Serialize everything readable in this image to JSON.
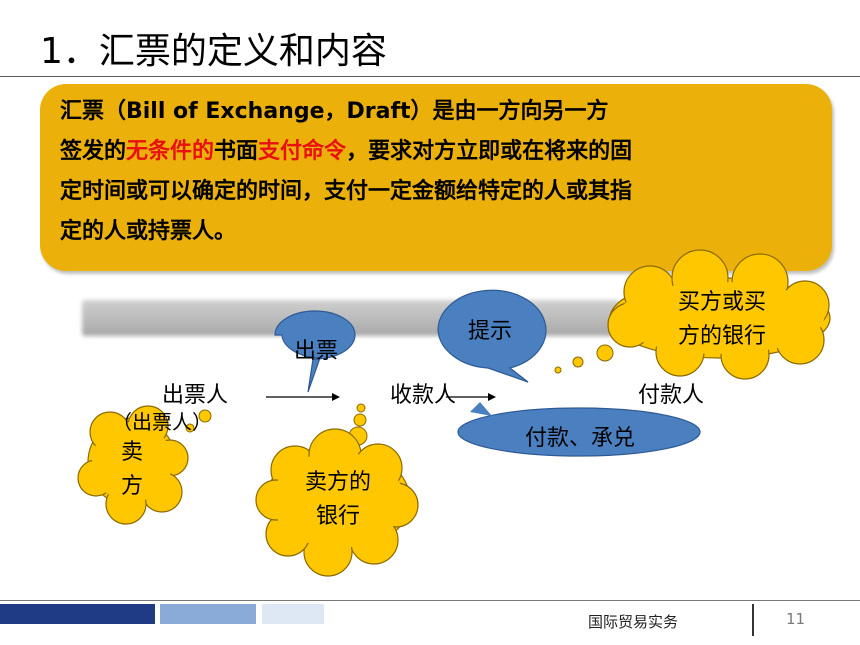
{
  "title": "1．汇票的定义和内容",
  "definition": {
    "line1": "汇票（Bill of Exchange，Draft）是由一方向另一方",
    "line2_a": "签发的",
    "line2_red1": "无条件的",
    "line2_b": "书面",
    "line2_red2": "支付命令",
    "line2_c": "，要求对方立即或在将来的固",
    "line3": "定时间或可以确定的时间，支付一定金额给特定的人或其指",
    "line4": "定的人或持票人。"
  },
  "diagram": {
    "drawer": "出票人",
    "drawer_note": "（出票人）",
    "payee": "收款人",
    "drawee": "付款人",
    "callout_issue": "出票",
    "callout_present": "提示",
    "callout_pay": "付款、承兑",
    "cloud_seller_line1": "卖",
    "cloud_seller_line2": "方",
    "cloud_seller_bank_line1": "卖方的",
    "cloud_seller_bank_line2": "银行",
    "cloud_buyer_line1": "买方或买",
    "cloud_buyer_line2": "方的银行"
  },
  "footer": {
    "course": "国际贸易实务",
    "page": "11"
  },
  "colors": {
    "box_fill": "#ecb00a",
    "cloud_fill": "#ffc700",
    "callout_fill": "#4a7fc0",
    "red_text": "#e81010",
    "footer_navy": "#1f3b86",
    "footer_blue": "#8aaad8",
    "footer_light": "#dde8f4"
  }
}
